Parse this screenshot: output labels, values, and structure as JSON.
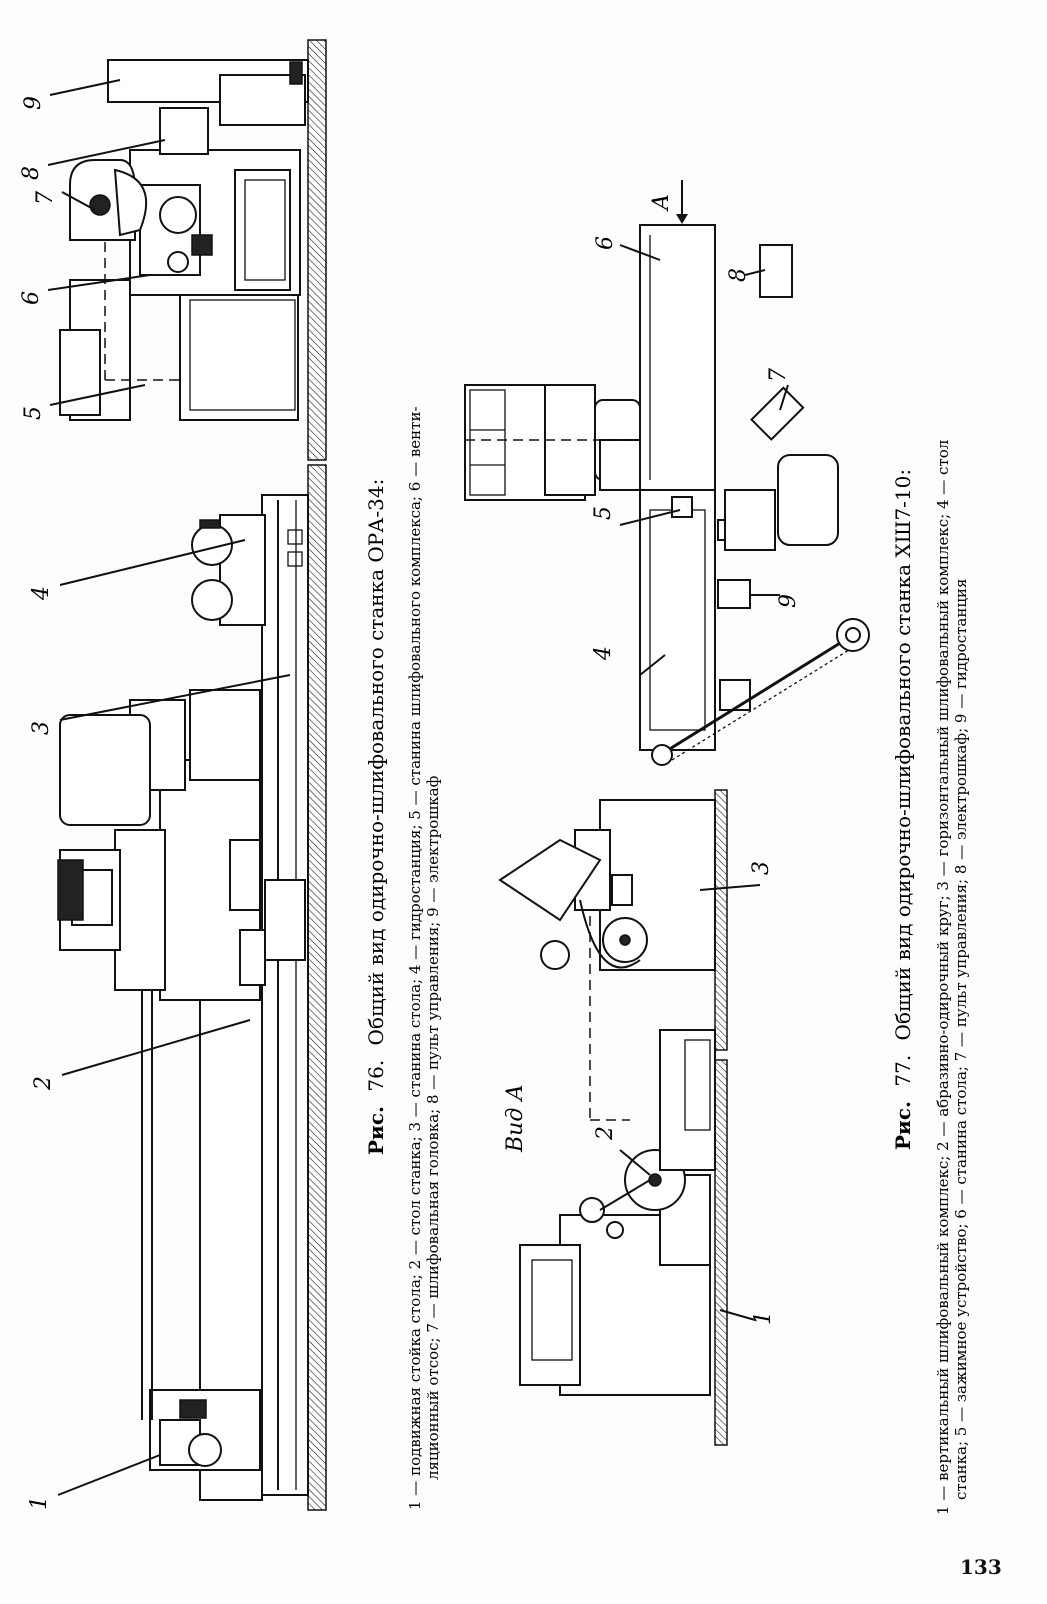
{
  "figure76": {
    "title_prefix": "Рис.",
    "title_number": "76.",
    "title_text": "Общий вид одирочно-шлифовального станка ОРА-34:",
    "caption_line1": "1 — подвижная стойка стола; 2 — стол станка; 3 — станина стола; 4 — гидростанция; 5 — станина шлифовального комплекса; 6 — венти-",
    "caption_line2": "ляционный отсос; 7 — шлифовальная головка; 8 — пульт управления; 9 — электрошкаф",
    "labels": [
      "1",
      "2",
      "3",
      "4",
      "5",
      "6",
      "7",
      "8",
      "9"
    ]
  },
  "figure77": {
    "title_prefix": "Рис.",
    "title_number": "77.",
    "title_text": "Общий вид одирочно-шлифовального станка ХШ7-10:",
    "caption_line1": "1 — вертикальный шлифовальный комплекс; 2 — абразивно-одирочный круг; 3 — горизонтальный шлифовальный комплекс; 4 — стол",
    "caption_line2": "станка; 5 — зажимное устройство; 6 — станина стола; 7 — пульт управления; 8 — электрошкаф; 9 — гидростанция",
    "view_label": "Вид А",
    "arrow_label": "A",
    "labels_side": [
      "1",
      "2",
      "3"
    ],
    "labels_plan": [
      "4",
      "5",
      "6",
      "7",
      "8",
      "9"
    ]
  },
  "page_number": "133"
}
